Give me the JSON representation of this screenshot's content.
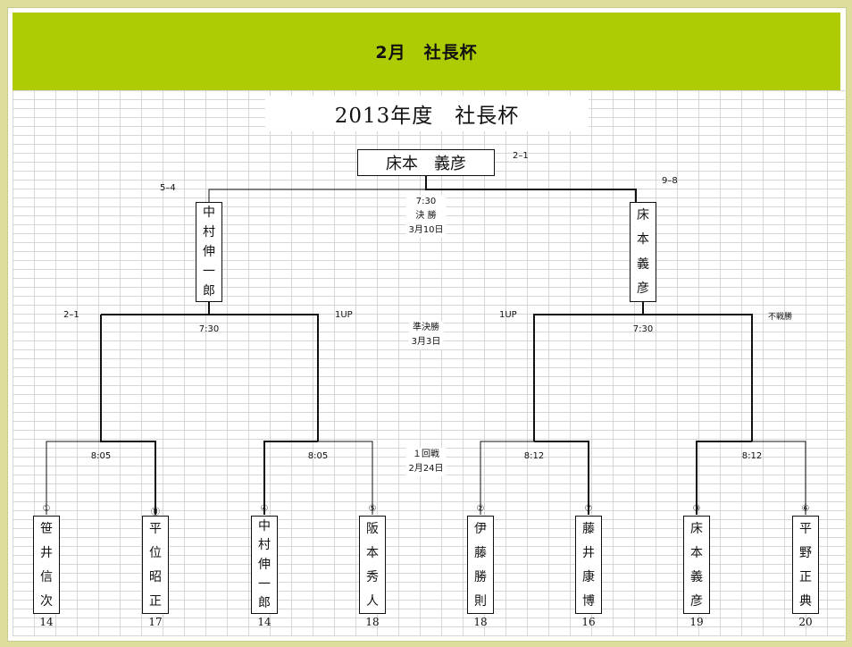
{
  "page": {
    "header_title": "2月　社長杯"
  },
  "sheet": {
    "title": "2013年度　社長杯"
  },
  "champion": {
    "name": "床本　義彦",
    "score": "2–1"
  },
  "final": {
    "time": "7:30",
    "label": "決 勝",
    "date": "3月10日"
  },
  "semifinals": {
    "label": "準決勝",
    "date": "3月3日",
    "left": {
      "winner": [
        "中",
        "村",
        "伸",
        "一",
        "郎"
      ],
      "score": "5–4",
      "time": "7:30"
    },
    "right": {
      "winner": [
        "床",
        "本",
        "義",
        "彦"
      ],
      "score": "9–8",
      "time": "7:30"
    }
  },
  "first_round": {
    "label": "１回戦",
    "date": "2月24日",
    "matches": [
      {
        "time": "8:05",
        "score": "2–1"
      },
      {
        "time": "8:05",
        "score": "1UP"
      },
      {
        "time": "8:12",
        "score": "1UP"
      },
      {
        "time": "8:12",
        "score": "不戦勝"
      }
    ]
  },
  "players": [
    {
      "seed": "①",
      "name": [
        "笹",
        "井",
        "信",
        "次"
      ],
      "handicap": "14"
    },
    {
      "seed": "⑪",
      "name": [
        "平",
        "位",
        "昭",
        "正"
      ],
      "handicap": "17"
    },
    {
      "seed": "④",
      "name": [
        "中",
        "村",
        "伸",
        "一",
        "郎"
      ],
      "handicap": "14"
    },
    {
      "seed": "⑤",
      "name": [
        "阪",
        "本",
        "秀",
        "人"
      ],
      "handicap": "18"
    },
    {
      "seed": "②",
      "name": [
        "伊",
        "藤",
        "勝",
        "則"
      ],
      "handicap": "18"
    },
    {
      "seed": "⑦",
      "name": [
        "藤",
        "井",
        "康",
        "博"
      ],
      "handicap": "16"
    },
    {
      "seed": "③",
      "name": [
        "床",
        "本",
        "義",
        "彦"
      ],
      "handicap": "19"
    },
    {
      "seed": "⑥",
      "name": [
        "平",
        "野",
        "正",
        "典"
      ],
      "handicap": "20"
    }
  ]
}
